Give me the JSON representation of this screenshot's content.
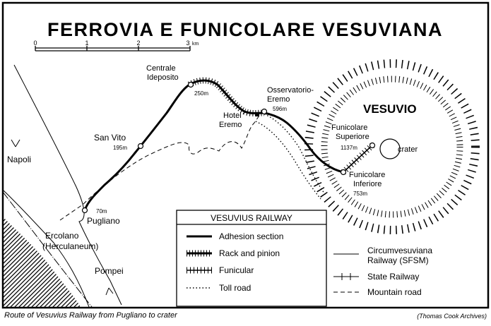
{
  "title": "FERROVIA E FUNICOLARE VESUVIANA",
  "scale": {
    "ticks": [
      "0",
      "1",
      "2",
      "3"
    ],
    "unit": "km"
  },
  "places": {
    "napoli": "Napoli",
    "ercolano": "Ercolano",
    "herculaneum": "(Herculaneum)",
    "pompei": "Pompei",
    "vesuvio": "VESUVIO",
    "crater": "crater"
  },
  "stations": {
    "centrale_1": "Centrale",
    "centrale_2": "Ideposito",
    "centrale_elev": "250m",
    "osservatorio_1": "Osservatorio-",
    "osservatorio_2": "Eremo",
    "osservatorio_elev": "596m",
    "hotel_1": "Hotel",
    "hotel_2": "Eremo",
    "san_vito": "San Vito",
    "san_vito_elev": "195m",
    "pugliano": "Pugliano",
    "pugliano_elev": "70m",
    "fun_sup_1": "Funicolare",
    "fun_sup_2": "Superiore",
    "fun_sup_elev": "1137m",
    "fun_inf_1": "Funicolare",
    "fun_inf_2": "Inferiore",
    "fun_inf_elev": "753m"
  },
  "legend": {
    "title": "VESUVIUS RAILWAY",
    "adhesion": "Adhesion section",
    "rack": "Rack and pinion",
    "funicular": "Funicular",
    "toll": "Toll road",
    "circum_1": "Circumvesuviana",
    "circum_2": "Railway (SFSM)",
    "state": "State Railway",
    "mountain": "Mountain road"
  },
  "caption": "Route of Vesuvius Railway from Pugliano to crater",
  "credit": "(Thomas Cook Archives)",
  "colors": {
    "ink": "#000000",
    "paper": "#ffffff"
  }
}
